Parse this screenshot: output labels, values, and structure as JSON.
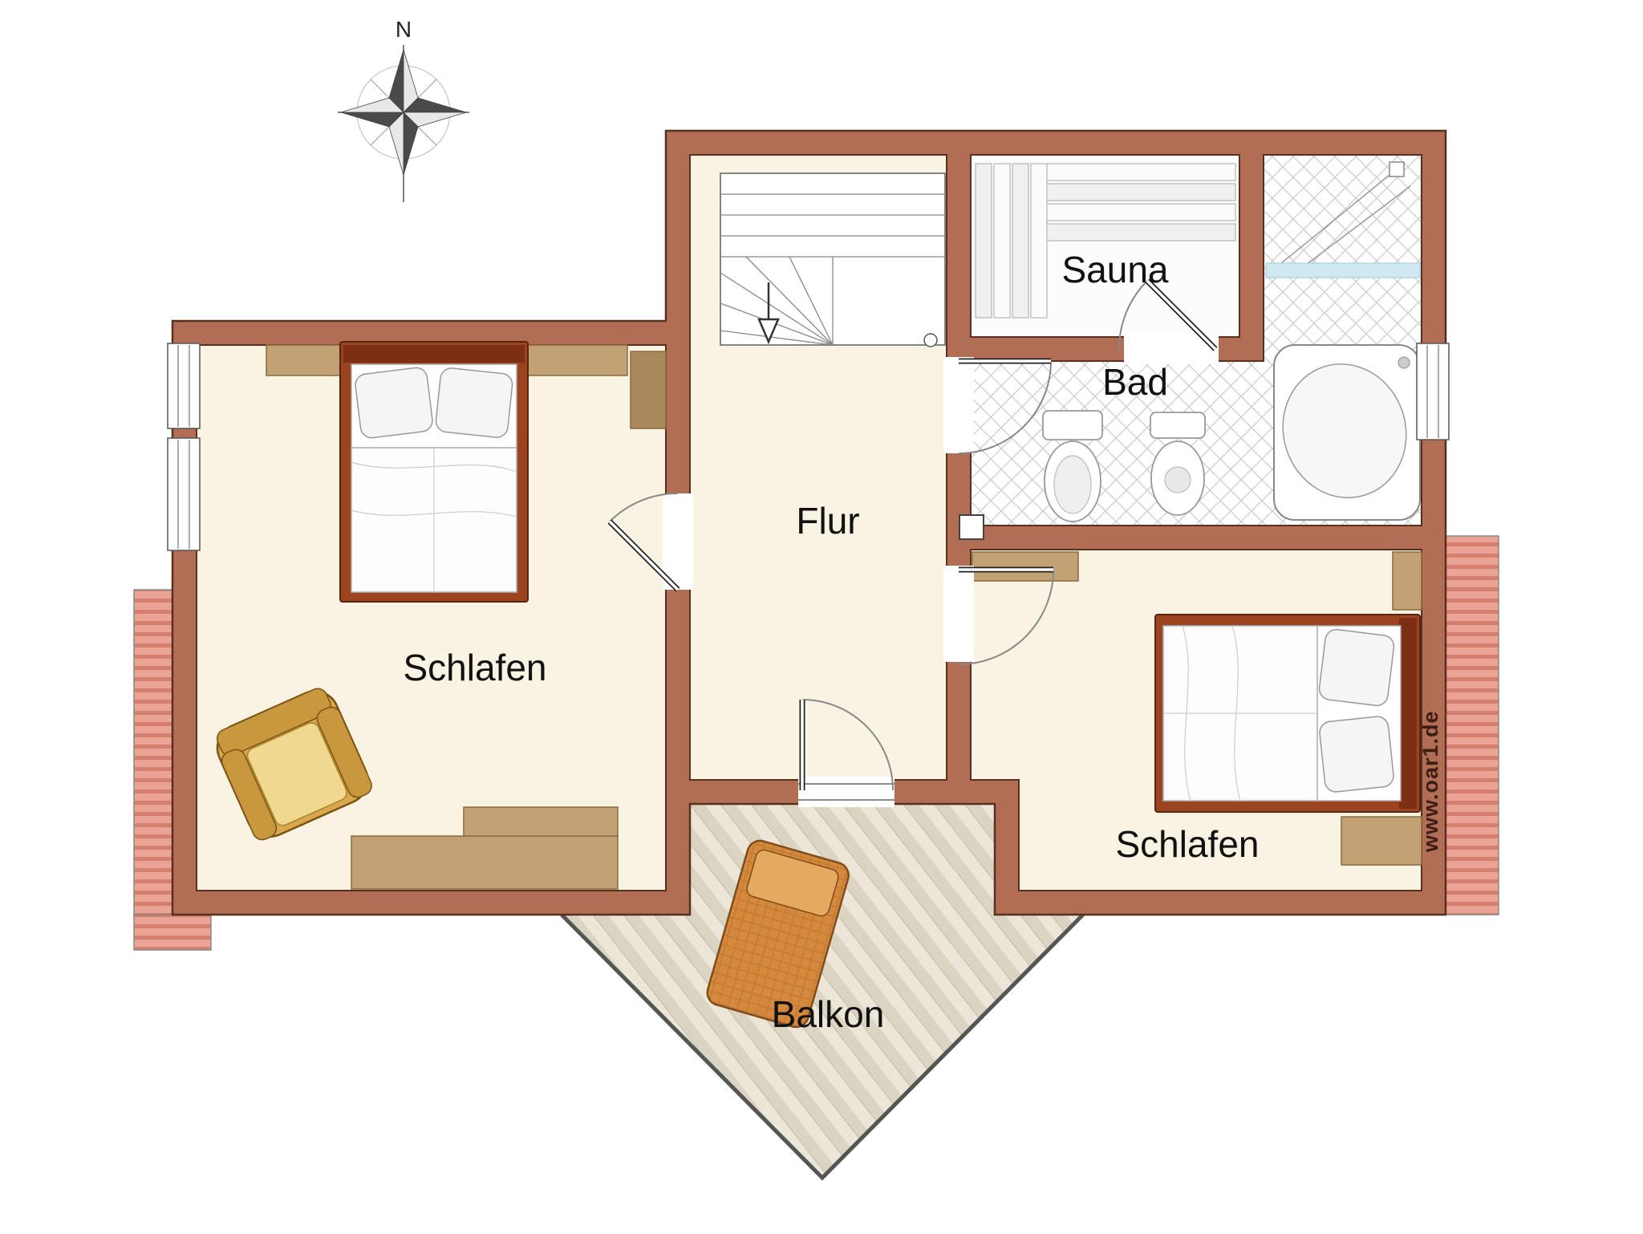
{
  "compass": {
    "north_label": "N"
  },
  "rooms": {
    "bedroom_left": "Schlafen",
    "hall": "Flur",
    "sauna": "Sauna",
    "bath": "Bad",
    "bedroom_right": "Schlafen",
    "balcony": "Balkon"
  },
  "watermark": "www.oar1.de",
  "colors": {
    "wall": "#b16e55",
    "wall_outline": "#5b2f1e",
    "floor": "#f8f3e3",
    "roof": "#eba395",
    "roof_line": "#d57f6e",
    "wood": "#c2a274",
    "wood_dark": "#8a6a3c",
    "bed_frame": "#9c4420",
    "tile_line": "#c9c9c9",
    "balcony_plank": "#ece6d8",
    "balcony_plank_alt": "#dcd4c2",
    "armchair": "#d9a74e",
    "lounger": "#d5893c",
    "water": "#cfe8f2",
    "label": "#111111",
    "watermark": "#3c1f12"
  }
}
